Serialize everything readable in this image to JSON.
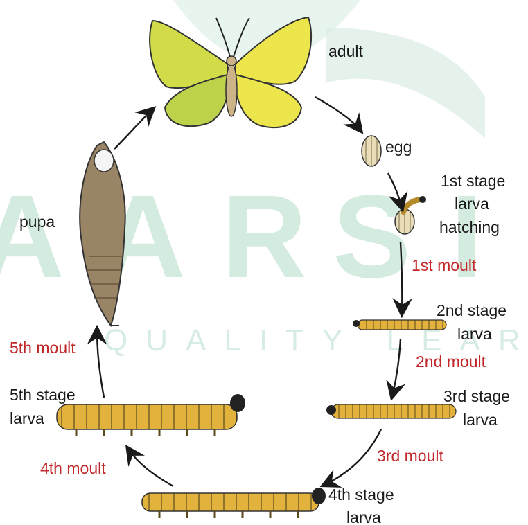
{
  "watermark": {
    "letters": [
      "A",
      "A",
      "R",
      "S",
      "I"
    ],
    "tagline": "QUALITY LEARNING"
  },
  "stages": {
    "adult": "adult",
    "egg": "egg",
    "larva1": [
      "1st stage",
      "larva",
      "hatching"
    ],
    "larva2": [
      "2nd stage",
      "larva"
    ],
    "larva3": [
      "3rd stage",
      "larva"
    ],
    "larva4": [
      "4th stage",
      "larva"
    ],
    "larva5": [
      "5th stage",
      "larva"
    ],
    "pupa": "pupa"
  },
  "moults": {
    "m1": "1st moult",
    "m2": "2nd moult",
    "m3": "3rd moult",
    "m4": "4th moult",
    "m5": "5th moult"
  },
  "colors": {
    "wing": "#e6e64a",
    "wing_shade": "#c9d84a",
    "larva": "#e3b23c",
    "pupa": "#9a8466",
    "moult_text": "#c0282a"
  }
}
